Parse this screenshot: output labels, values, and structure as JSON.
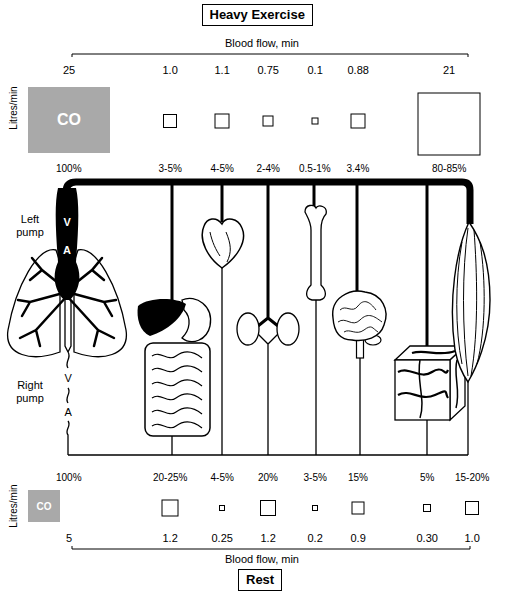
{
  "diagram": {
    "nodes": [
      {
        "text": [
          "Heavy Exercise"
        ]
      },
      {
        "text": [
          "CO"
        ]
      },
      {
        "text": [
          "CO"
        ]
      },
      {
        "text": [
          "Rest"
        ]
      }
    ],
    "labels": [
      "Blood flow, min",
      "25",
      "1.0",
      "1.1",
      "0.75",
      "0.1",
      "0.88",
      "21",
      "Litres/min",
      "100%",
      "3-5%",
      "4-5%",
      "2-4%",
      "0.5-1%",
      "3.4%",
      "80-85%",
      "Left pump",
      "V",
      "A",
      "Right pump",
      "V",
      "A",
      "100%",
      "20-25%",
      "4-5%",
      "20%",
      "3-5%",
      "15%",
      "5%",
      "15-20%",
      "Litres/min",
      "5",
      "1.2",
      "0.25",
      "1.2",
      "0.2",
      "0.9",
      "0.30",
      "1.0",
      "Blood flow, min"
    ]
  }
}
